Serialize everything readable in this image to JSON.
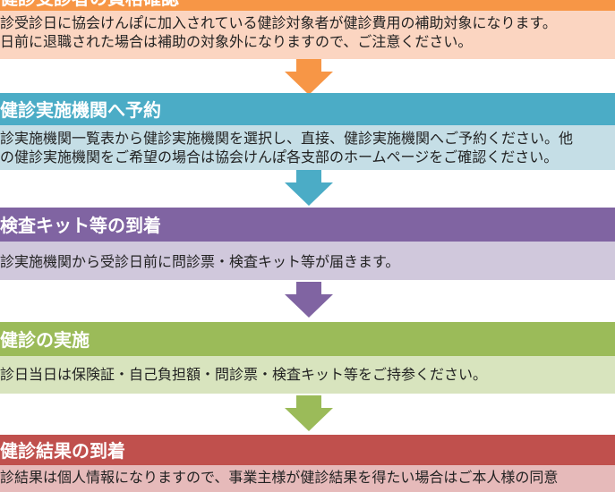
{
  "sections": [
    {
      "title": "健診受診者の資格確認",
      "lines": [
        "診受診日に協会けんぽに加入されている健診対象者が健診費用の補助対象になります。",
        "日前に退職された場合は補助の対象外になりますので、ご注意ください。"
      ],
      "header_color": "#F79646",
      "body_color": "#FBD5C1"
    },
    {
      "title": "健診実施機関へ予約",
      "lines": [
        "診実施機関一覧表から健診実施機関を選択し、直接、健診実施機関へご予約ください。他",
        "の健診実施機関をご希望の場合は協会けんぽ各支部のホームページをご確認ください。"
      ],
      "header_color": "#4BACC6",
      "body_color": "#C5DEE6"
    },
    {
      "title": "検査キット等の到着",
      "lines": [
        "診実施機関から受診日前に問診票・検査キット等が届きます。"
      ],
      "header_color": "#8064A2",
      "body_color": "#D0C8DC"
    },
    {
      "title": "健診の実施",
      "lines": [
        "診日当日は保険証・自己負担額・問診票・検査キット等をご持参ください。"
      ],
      "header_color": "#9BBB59",
      "body_color": "#D8E4BE"
    },
    {
      "title": "健診結果の到着",
      "lines": [
        "診結果は個人情報になりますので、事業主様が健診結果を得たい場合はご本人様の同意"
      ],
      "header_color": "#C0504D",
      "body_color": "#E6BABA"
    }
  ]
}
